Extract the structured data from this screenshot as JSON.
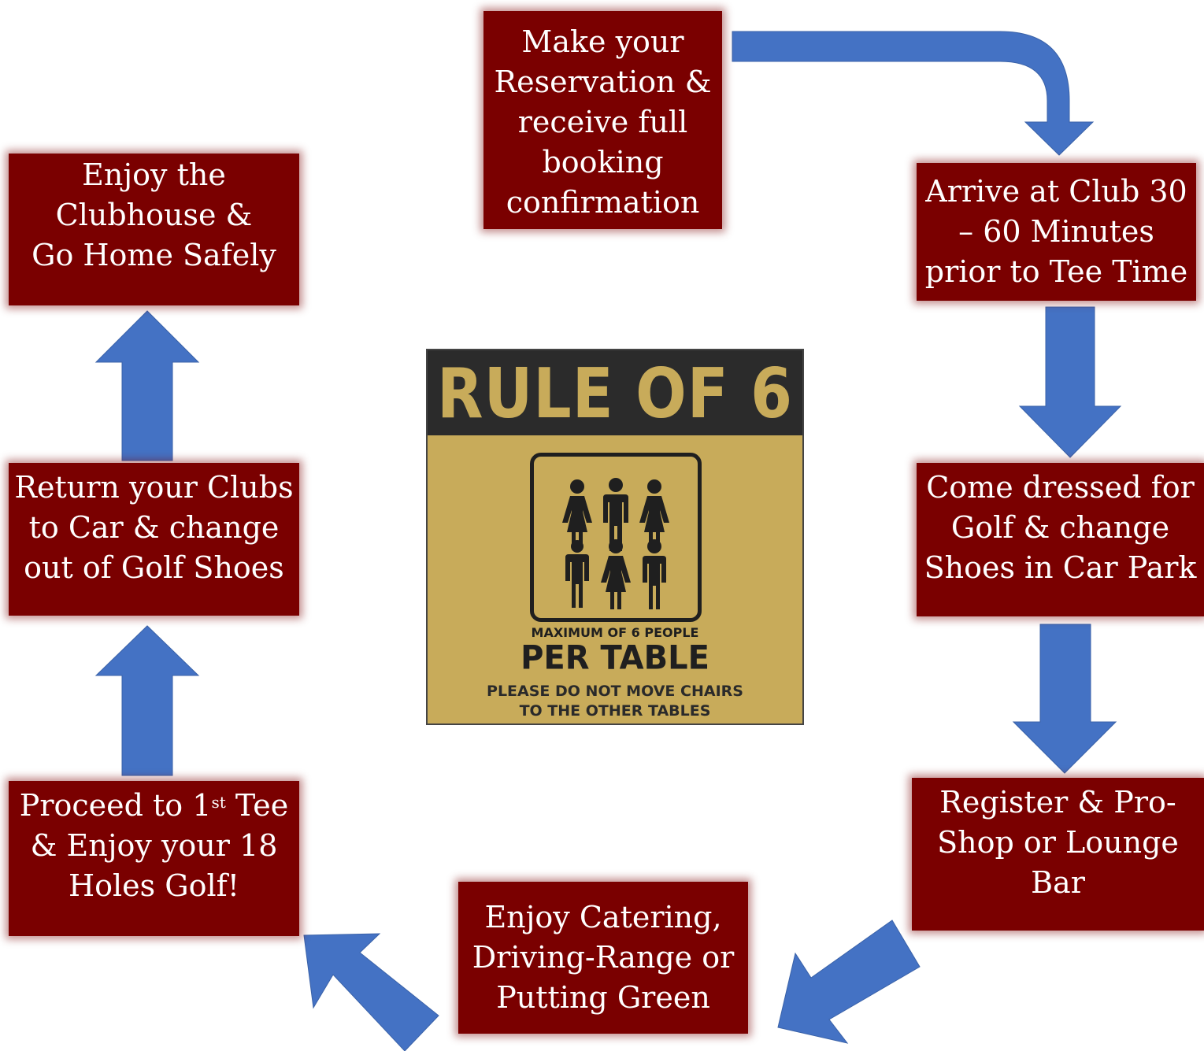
{
  "colors": {
    "box": "#7a0000",
    "arrow": "#4472c4",
    "sign_gold": "#c8ab5a",
    "sign_dark": "#2b2b2b"
  },
  "steps": [
    {
      "lines": [
        "Make your",
        "Reservation &",
        "receive full",
        "booking",
        "confirmation"
      ]
    },
    {
      "lines": [
        "Arrive at Club 30",
        "– 60 Minutes",
        "prior to Tee Time"
      ]
    },
    {
      "lines": [
        "Come dressed for",
        "Golf & change",
        "Shoes in Car Park"
      ]
    },
    {
      "lines": [
        "Register & Pro-",
        "Shop or Lounge",
        "Bar"
      ]
    },
    {
      "lines": [
        "Enjoy Catering,",
        "Driving-Range or",
        "Putting Green"
      ]
    },
    {
      "line1_pre": "Proceed to 1",
      "line1_sup": "st",
      "line1_post": " Tee",
      "lines": [
        "& Enjoy your 18",
        "Holes Golf!"
      ]
    },
    {
      "lines": [
        "Return your Clubs",
        "to Car & change",
        "out of Golf Shoes"
      ]
    },
    {
      "lines": [
        "Enjoy the",
        "Clubhouse &",
        "Go Home Safely"
      ]
    }
  ],
  "sign": {
    "title": "RULE OF 6",
    "icon": "six-people-icon",
    "line1": "MAXIMUM OF 6 PEOPLE",
    "line2": "PER TABLE",
    "line3": [
      "PLEASE DO NOT MOVE CHAIRS",
      "TO THE OTHER TABLES"
    ]
  }
}
